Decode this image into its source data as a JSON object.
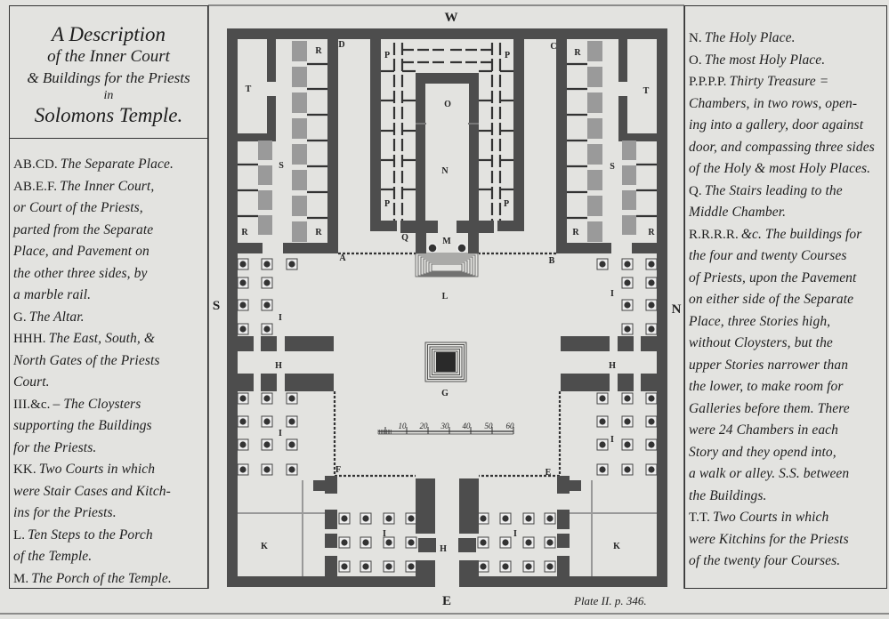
{
  "title": [
    "A Description",
    "of the Inner Court",
    "& Buildings for the Priests",
    "in",
    "Solomons Temple."
  ],
  "left_legend": [
    {
      "key": "AB.CD.",
      "lines": [
        "The Separate Place."
      ]
    },
    {
      "key": "AB.E.F.",
      "lines": [
        "The Inner Court,",
        "or Court of the Priests,",
        "parted from the Separate",
        "Place, and Pavement on",
        "the other three sides, by",
        "a marble rail."
      ]
    },
    {
      "key": "G.",
      "lines": [
        "The Altar."
      ]
    },
    {
      "key": "HHH.",
      "lines": [
        "The East, South, &",
        "North Gates of the Priests",
        "Court."
      ]
    },
    {
      "key": "III.&c.",
      "lines": [
        "– The Cloysters",
        "supporting the Buildings",
        "for the Priests."
      ]
    },
    {
      "key": "KK.",
      "lines": [
        "Two Courts in which",
        "were Stair Cases and Kitch-",
        "ins for the Priests."
      ]
    },
    {
      "key": "L.",
      "lines": [
        "Ten Steps to the Porch",
        "of the Temple."
      ]
    },
    {
      "key": "M.",
      "lines": [
        "The Porch of the Temple."
      ]
    }
  ],
  "right_legend": [
    {
      "key": "N.",
      "lines": [
        "The Holy Place."
      ]
    },
    {
      "key": "O.",
      "lines": [
        "The most Holy Place."
      ]
    },
    {
      "key": "P.P.P.P.",
      "lines": [
        "Thirty Treasure =",
        "Chambers, in two rows, open-",
        "ing into a gallery, door against",
        "door, and compassing three sides",
        "of the Holy & most Holy Places."
      ]
    },
    {
      "key": "Q.",
      "lines": [
        "The Stairs leading to the",
        "Middle Chamber."
      ]
    },
    {
      "key": "R.R.R.R.",
      "lines": [
        "&c. The buildings for",
        "the four and twenty Courses",
        "of Priests, upon the Pavement",
        "on either side of the Separate",
        "Place, three Stories high,",
        "without Cloysters, but the",
        "upper Stories narrower than",
        "the lower, to make room for",
        "Galleries before them. There",
        "were 24 Chambers in each",
        "Story and they opend into,",
        "a walk or alley. S.S. between",
        "the Buildings."
      ]
    },
    {
      "key": "T.T.",
      "lines": [
        "Two Courts in which",
        "were Kitchins for the Priests",
        "of the twenty four Courses."
      ]
    }
  ],
  "plan": {
    "compass": {
      "west": "W",
      "south": "S",
      "north": "N",
      "east": "E"
    },
    "letters": {
      "A": "A",
      "B": "B",
      "C": "C",
      "D": "D",
      "E": "E",
      "F": "F",
      "G": "G",
      "H": "H",
      "I": "I",
      "K": "K",
      "L": "L",
      "M": "M",
      "N": "N",
      "O": "O",
      "P": "P",
      "Q": "Q",
      "R": "R",
      "S": "S",
      "T": "T"
    },
    "scale_ticks": [
      "10",
      "20",
      "30",
      "40",
      "50",
      "60"
    ]
  },
  "plate": "Plate II. p. 346.",
  "colors": {
    "paper": "#e3e3e0",
    "wall": "#4d4d4d",
    "stair": "#9a9a9a",
    "ink": "#1e1e1e"
  }
}
